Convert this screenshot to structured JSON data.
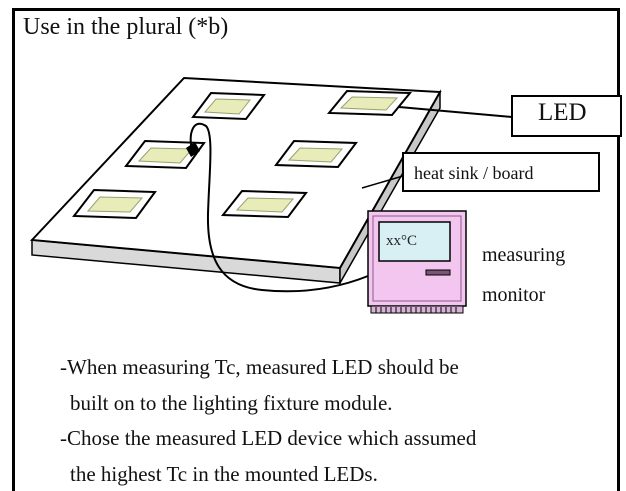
{
  "heading": "Use in the plural (*b)",
  "callouts": {
    "led": "LED",
    "heat_sink": "heat sink / board"
  },
  "monitor": {
    "readout": "xx°C",
    "label_line1": "measuring",
    "label_line2": "monitor"
  },
  "notes": [
    {
      "line1": "-When measuring Tc, measured LED should be",
      "line2": "built on to the lighting fixture module."
    },
    {
      "line1": "-Chose the measured LED device which assumed",
      "line2": "the highest Tc in the mounted LEDs."
    }
  ],
  "colors": {
    "frame": "#000000",
    "board_top": "#ffffff",
    "board_side": "#d9d9d9",
    "led_core": "#e8ecb8",
    "led_glow": "#f4f6d8",
    "monitor_case": "#f2c6ee",
    "monitor_screen": "#d8f0f4",
    "probe": "#000000"
  }
}
